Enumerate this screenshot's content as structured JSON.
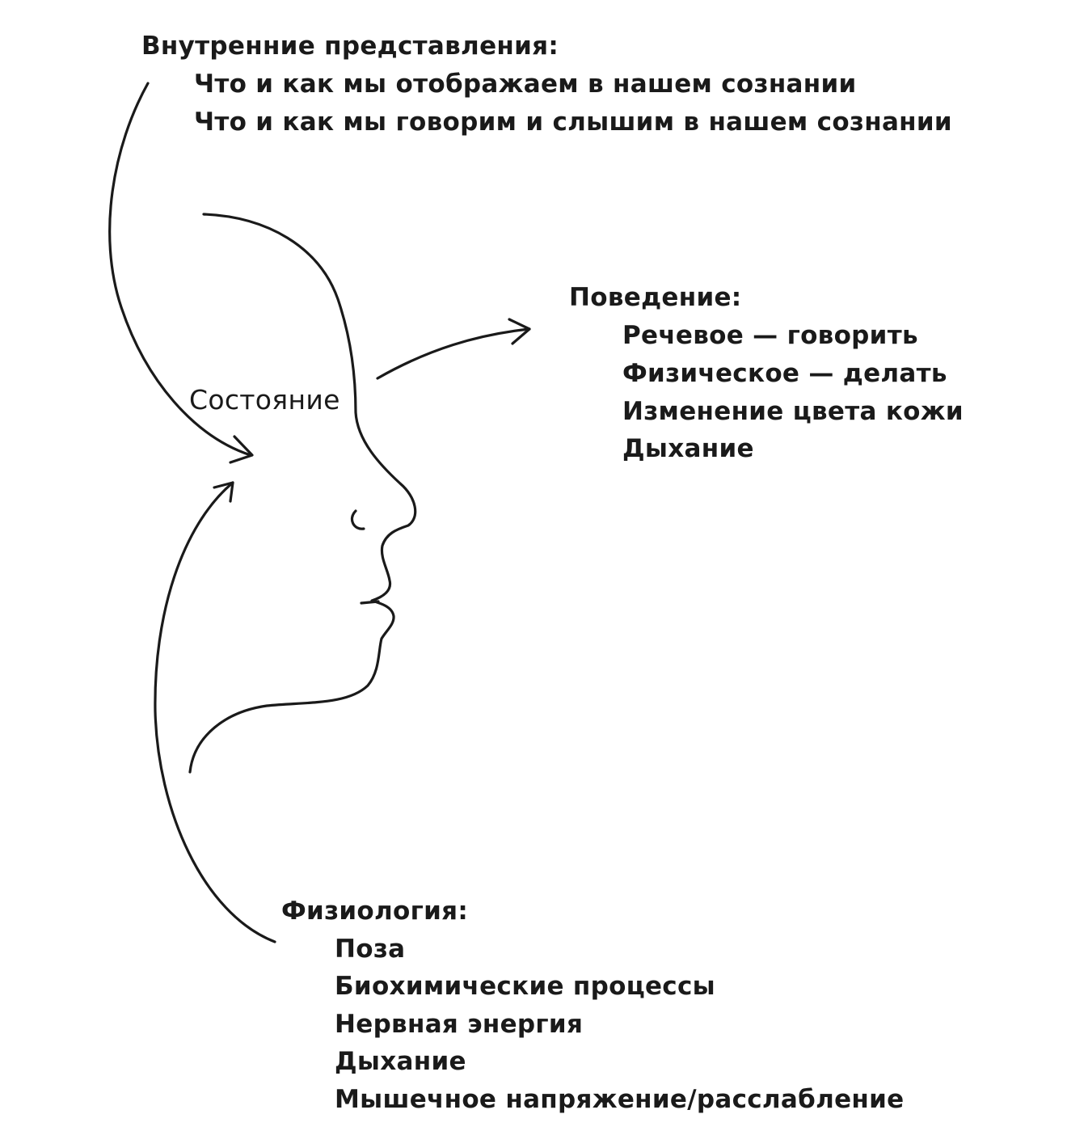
{
  "internal": {
    "heading": "Внутренние представления:",
    "items": [
      "Что и как мы отображаем в нашем сознании",
      "Что и как мы говорим и слышим в нашем сознании"
    ]
  },
  "state": {
    "label": "Состояние"
  },
  "behavior": {
    "heading": "Поведение:",
    "items": [
      "Речевое — говорить",
      "Физическое — делать",
      "Изменение цвета кожи",
      "Дыхание"
    ]
  },
  "physiology": {
    "heading": "Физиология:",
    "items": [
      "Поза",
      "Биохимические процессы",
      "Нервная энергия",
      "Дыхание",
      "Мышечное напряжение/расслабление"
    ]
  }
}
